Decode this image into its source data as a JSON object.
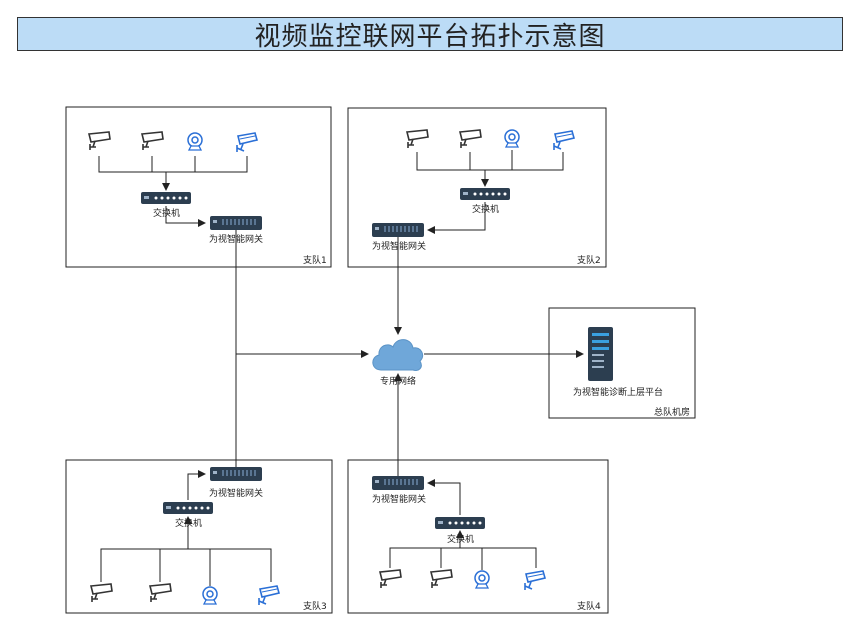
{
  "title": "视频监控联网平台拓扑示意图",
  "squads": [
    {
      "name": "支队1",
      "switch_label": "交换机",
      "gateway_label": "为视智能网关"
    },
    {
      "name": "支队2",
      "switch_label": "交换机",
      "gateway_label": "为视智能网关"
    },
    {
      "name": "支队3",
      "switch_label": "交换机",
      "gateway_label": "为视智能网关"
    },
    {
      "name": "支队4",
      "switch_label": "交换机",
      "gateway_label": "为视智能网关"
    }
  ],
  "network": {
    "label": "专用网络"
  },
  "hq": {
    "name": "总队机房",
    "server_label": "为视智能诊断上层平台"
  },
  "colors": {
    "title_bg": "#bcdcf6",
    "device_dark": "#2c3e50",
    "device_accent": "#2a6fd6",
    "cloud": "#6fa7d9"
  },
  "icons": [
    "bullet-camera-icon",
    "webcam-icon",
    "ptz-camera-icon",
    "switch-icon",
    "gateway-icon",
    "cloud-icon",
    "server-icon"
  ]
}
